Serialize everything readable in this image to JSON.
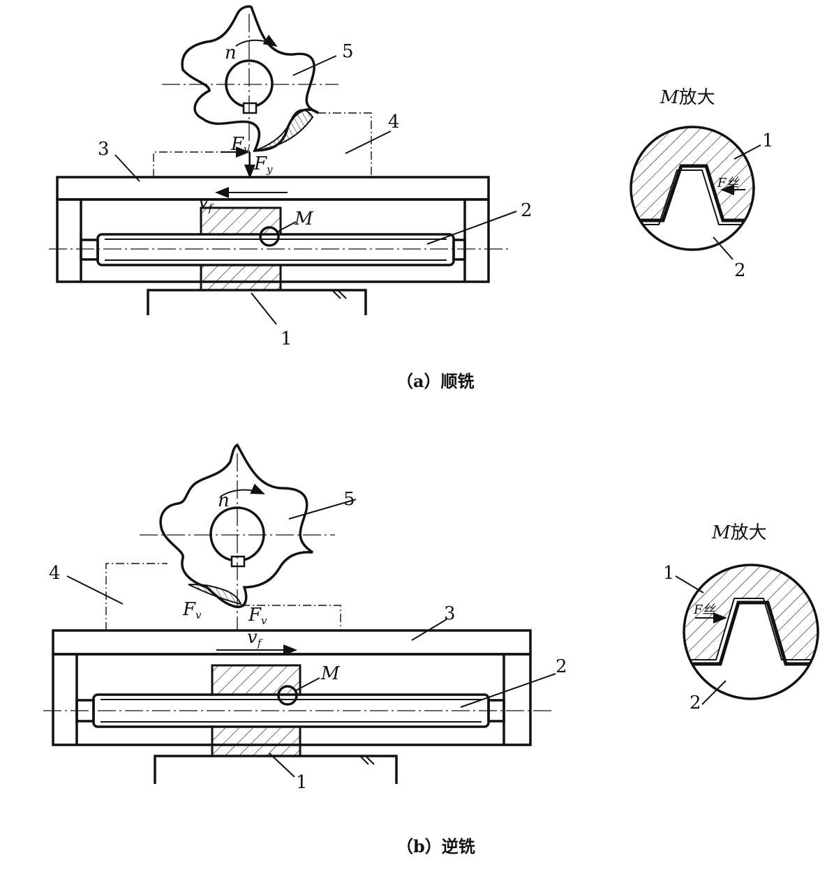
{
  "panel_a": {
    "caption": "（a）顺铣",
    "labels": {
      "n": "n",
      "fv": "F",
      "fv_sub": "v",
      "fy": "F",
      "fy_sub": "y",
      "vf": "v",
      "vf_sub": "f",
      "m": "M",
      "p1": "1",
      "p2": "2",
      "p3": "3",
      "p4": "4",
      "p5": "5"
    },
    "detail": {
      "title_m": "M",
      "title_rest": "放大",
      "force": "F丝",
      "p1": "1",
      "p2": "2"
    }
  },
  "panel_b": {
    "caption": "（b）逆铣",
    "labels": {
      "n": "n",
      "fv": "F",
      "fv_sub": "v",
      "fy": "F",
      "fy_sub": "v",
      "vf": "v",
      "vf_sub": "f",
      "m": "M",
      "p1": "1",
      "p2": "2",
      "p3": "3",
      "p4": "4",
      "p5": "5"
    },
    "detail": {
      "title_m": "M",
      "title_rest": "放大",
      "force": "F丝",
      "p1": "1",
      "p2": "2"
    }
  }
}
